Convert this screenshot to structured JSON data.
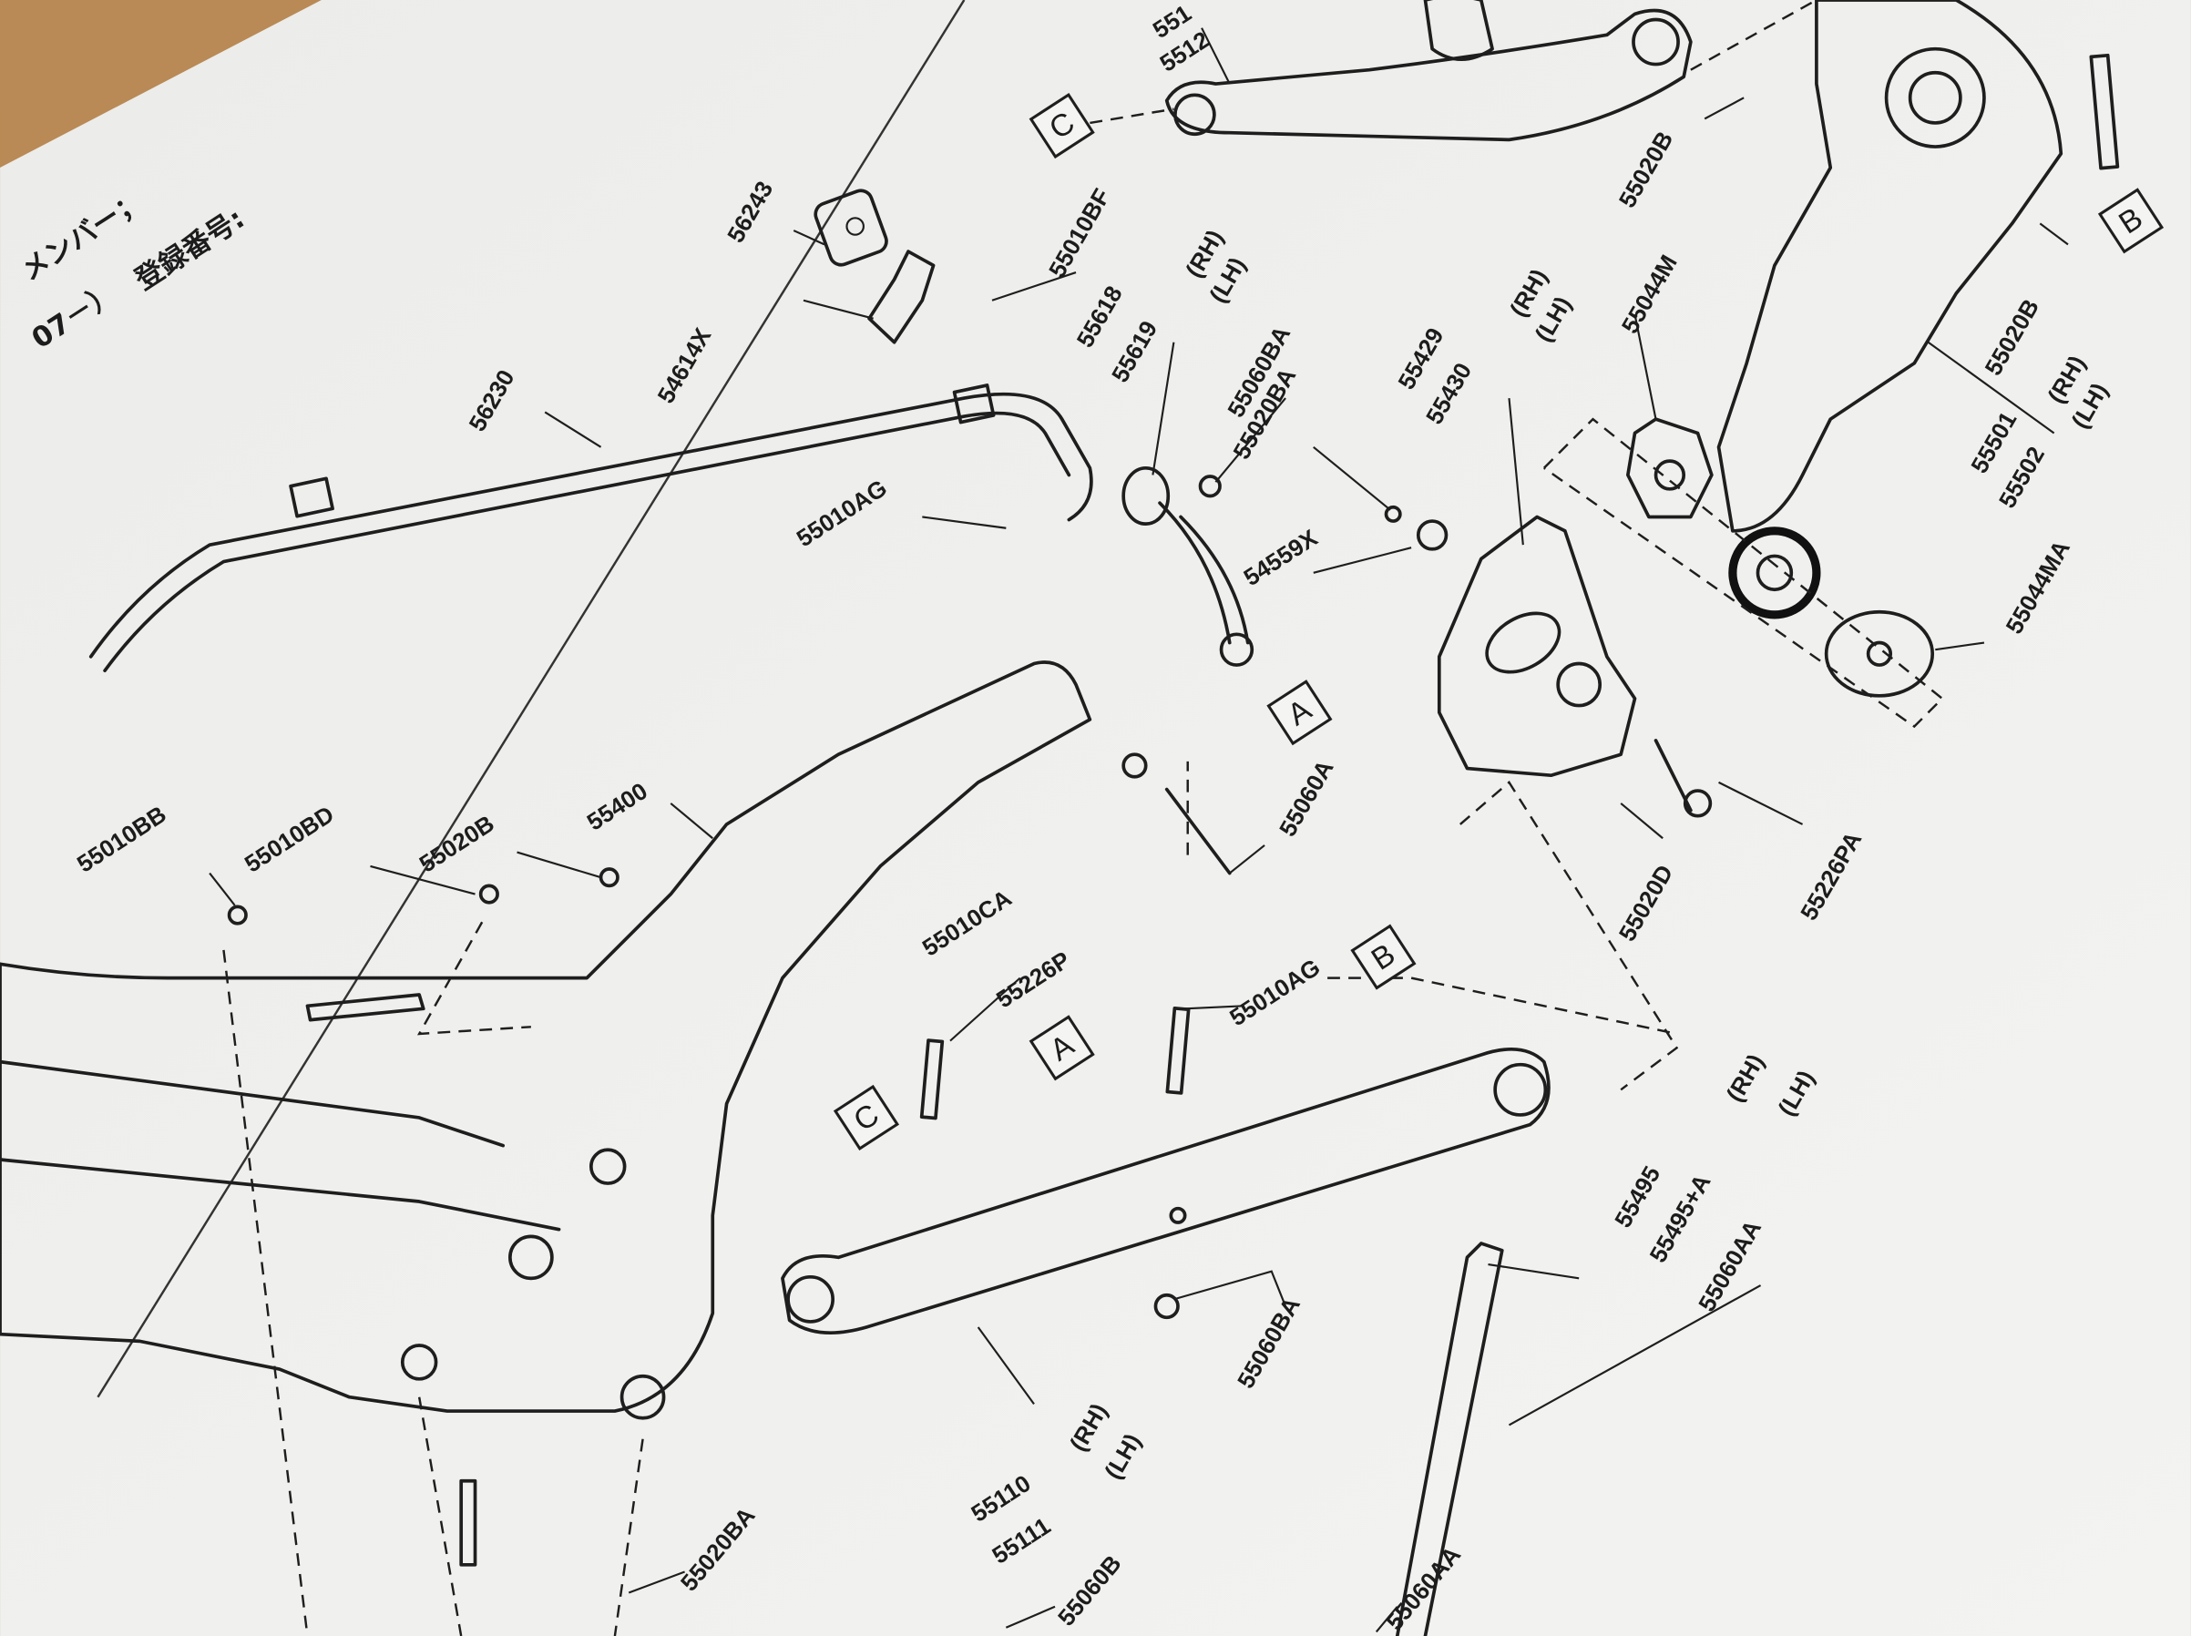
{
  "header": {
    "title_fragment": "メンバー；",
    "year_fragment": "07－）",
    "registration_label": "登録番号:"
  },
  "labels": {
    "p56243": "56243",
    "p55010BF": "55010BF",
    "p54614X": "54614X",
    "p56230": "56230",
    "p55618": "55618",
    "p55619": "55619",
    "rh1": "(RH)",
    "lh1": "(LH)",
    "p55060BA_a": "55060BA",
    "p55020BA_a": "55020BA",
    "p55010AG_a": "55010AG",
    "p54559X": "54559X",
    "p55429": "55429",
    "p55430": "55430",
    "rh2": "(RH)",
    "lh2": "(LH)",
    "p55044M": "55044M",
    "p55020B_a": "55020B",
    "p55020B_b": "55020B",
    "p55501": "55501",
    "p55502": "55502",
    "rh3": "(RH)",
    "lh3": "(LH)",
    "p55044MA": "55044MA",
    "p55020D": "55020D",
    "p55226PA": "55226PA",
    "p55010BB": "55010BB",
    "p55010BD": "55010BD",
    "p55020B_c": "55020B",
    "p55400": "55400",
    "p55010CA": "55010CA",
    "p55060A": "55060A",
    "p55226P": "55226P",
    "p55010AG_b": "55010AG",
    "p55110": "55110",
    "p55111": "55111",
    "rh4": "(RH)",
    "lh4": "(LH)",
    "p55060BA_b": "55060BA",
    "p55495": "55495",
    "p55495A": "55495+A",
    "rh5": "(RH)",
    "lh5": "(LH)",
    "p55060AA_a": "55060AA",
    "p55060AA_b": "55060AA",
    "p55020BA_b": "55020BA",
    "p55060B": "55060B",
    "p5512_top": "5512",
    "p551_top": "551"
  },
  "callouts": {
    "a1": "A",
    "a2": "A",
    "b1": "B",
    "b2": "B",
    "c1": "C",
    "c2": "C"
  }
}
